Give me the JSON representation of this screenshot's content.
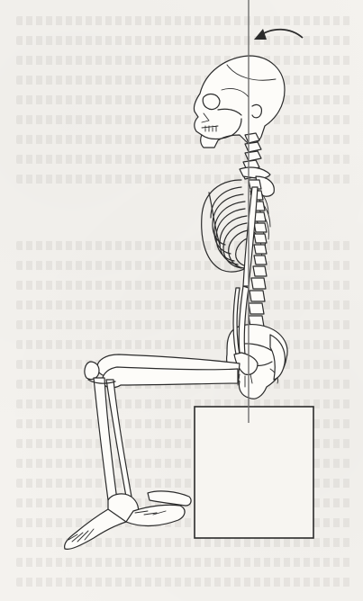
{
  "figure": {
    "subject": "seated-skeleton-lateral-view",
    "icons": [
      "skeleton-icon",
      "curved-arrow-icon",
      "plumb-line",
      "box-seat"
    ],
    "colors": {
      "paper": "#f4f2ee",
      "ink": "#2b2b2b",
      "plumb_line": "#6f6f6f"
    }
  }
}
